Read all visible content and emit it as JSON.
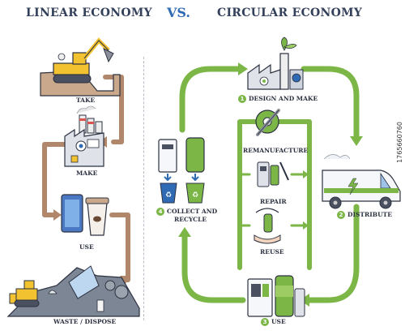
{
  "titles": {
    "linear": "LINEAR ECONOMY",
    "vs": "VS.",
    "circular": "CIRCULAR ECONOMY"
  },
  "linear": {
    "take": "TAKE",
    "make": "MAKE",
    "use": "USE",
    "waste": "WASTE / DISPOSE"
  },
  "circular": {
    "design_num": "1",
    "design": "DESIGN AND MAKE",
    "distribute_num": "2",
    "distribute": "DISTRIBUTE",
    "use_num": "3",
    "use": "USE",
    "collect_num": "4",
    "collect_line1": "COLLECT AND",
    "collect_line2": "RECYCLE",
    "remanufacture": "REMANUFACTURE",
    "repair": "REPAIR",
    "reuse": "REUSE"
  },
  "watermark": "1765660760",
  "colors": {
    "green": "#7bb646",
    "brown": "#b0876a",
    "navy": "#33405a",
    "blue": "#2f6bb5"
  }
}
